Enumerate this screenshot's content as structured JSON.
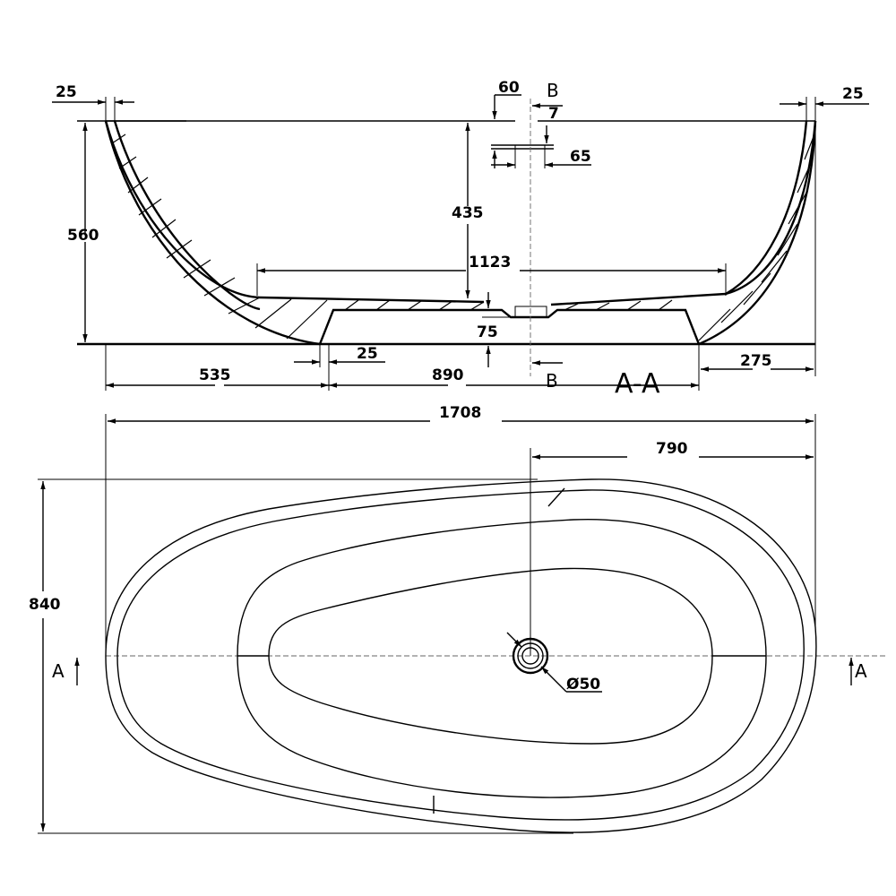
{
  "section_view": {
    "dim_rim_left": "25",
    "dim_overflow_offset": "60",
    "section_b_top": "B",
    "dim_overflow_gap": "7",
    "dim_rim_right": "25",
    "dim_overflow_width": "65",
    "dim_height_total": "560",
    "dim_depth": "435",
    "dim_inner_bottom": "1123",
    "dim_base_height": "75",
    "dim_base_wall": "25",
    "dim_left_offset": "535",
    "dim_base_length": "890",
    "section_b_bottom": "B",
    "section_label": "A-A",
    "dim_right_offset": "275"
  },
  "plan_view": {
    "dim_total_length": "1708",
    "dim_drain_offset": "790",
    "dim_total_width": "840",
    "section_a_left": "A",
    "section_a_right": "A",
    "dim_drain_diameter": "Ø50"
  }
}
